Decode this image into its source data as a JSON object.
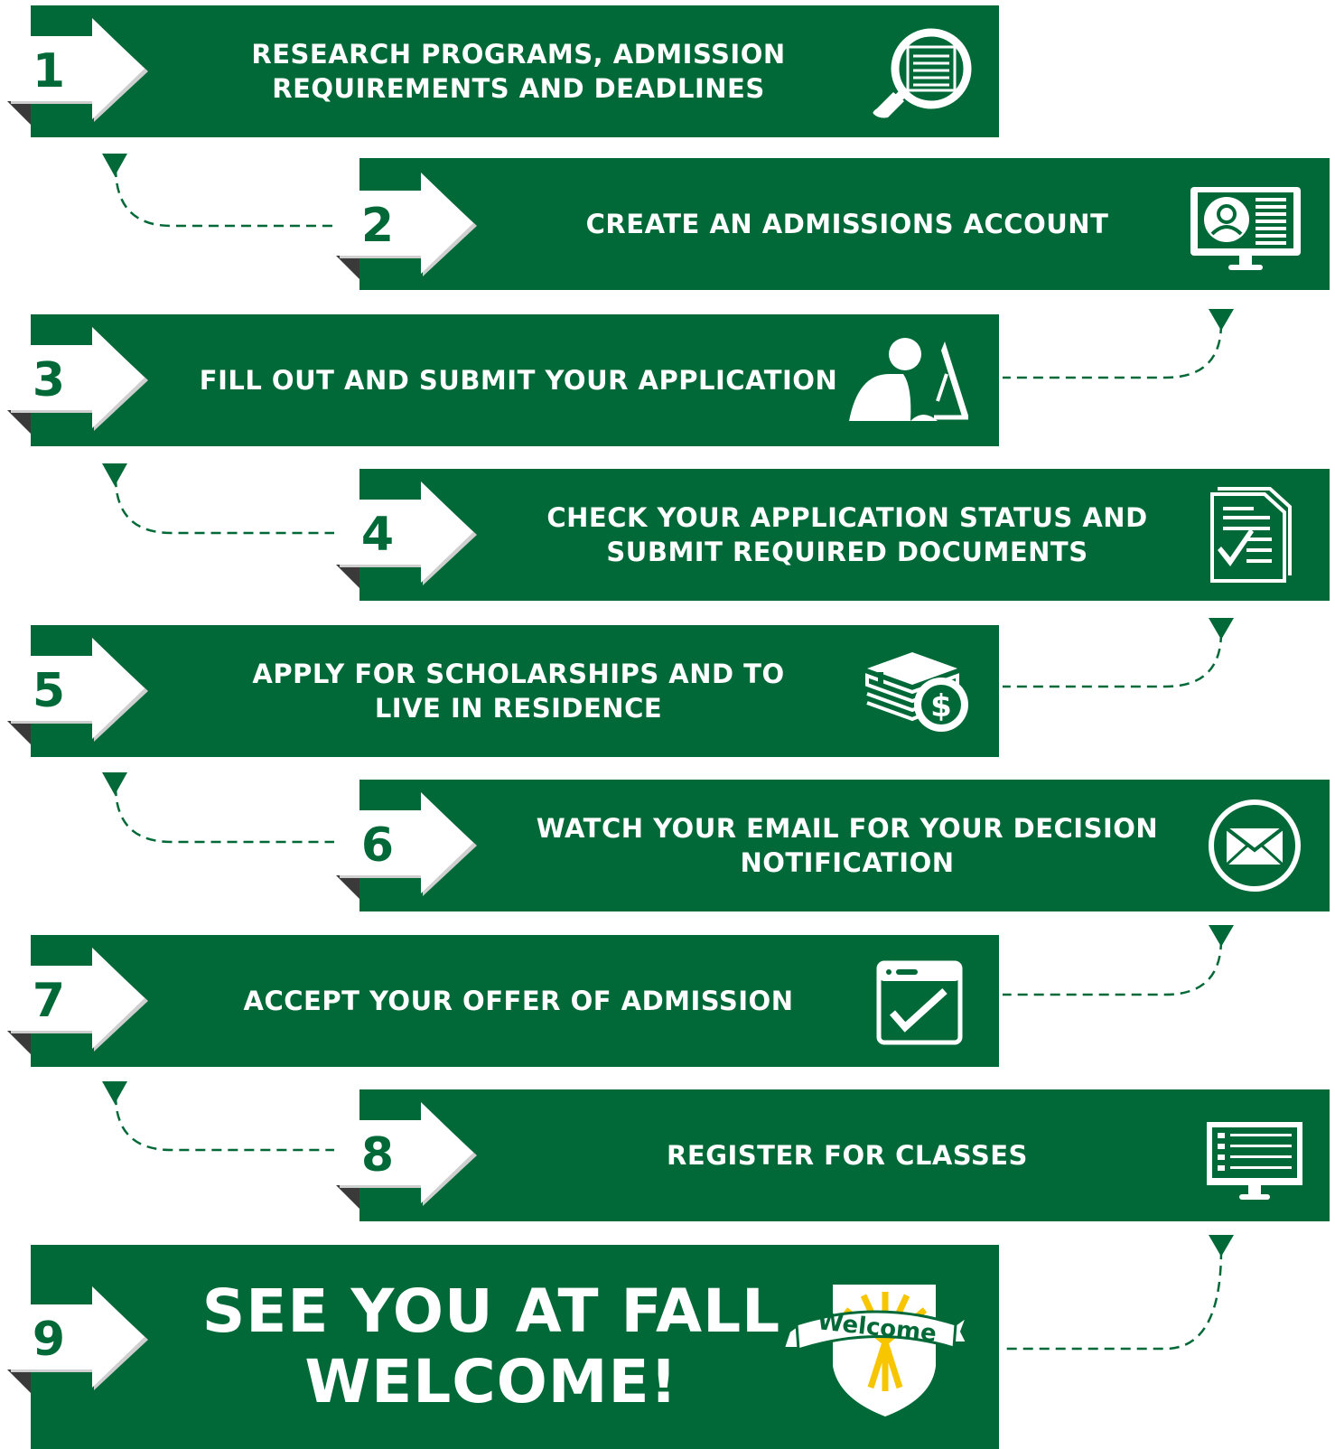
{
  "steps": [
    {
      "num": "1",
      "text": "RESEARCH PROGRAMS, ADMISSION\nREQUIREMENTS AND DEADLINES",
      "icon": "magnifier-icon"
    },
    {
      "num": "2",
      "text": "CREATE AN ADMISSIONS ACCOUNT",
      "icon": "computer-profile-icon"
    },
    {
      "num": "3",
      "text": "FILL OUT AND SUBMIT YOUR APPLICATION",
      "icon": "person-at-computer-icon"
    },
    {
      "num": "4",
      "text": "CHECK YOUR APPLICATION STATUS AND\nSUBMIT REQUIRED DOCUMENTS",
      "icon": "checklist-document-icon"
    },
    {
      "num": "5",
      "text": "APPLY FOR SCHOLARSHIPS AND TO\nLIVE IN RESIDENCE",
      "icon": "books-money-icon"
    },
    {
      "num": "6",
      "text": "WATCH YOUR EMAIL FOR YOUR DECISION\nNOTIFICATION",
      "icon": "envelope-icon"
    },
    {
      "num": "7",
      "text": "ACCEPT YOUR OFFER OF ADMISSION",
      "icon": "browser-checkmark-icon"
    },
    {
      "num": "8",
      "text": "REGISTER FOR CLASSES",
      "icon": "monitor-list-icon"
    },
    {
      "num": "9",
      "text": "SEE YOU AT FALL\nWELCOME!",
      "icon": "welcome-shield-icon"
    }
  ],
  "welcome_logo_text": "Welcome",
  "colors": {
    "green": "#006937",
    "white": "#ffffff",
    "gold": "#f7c600"
  }
}
